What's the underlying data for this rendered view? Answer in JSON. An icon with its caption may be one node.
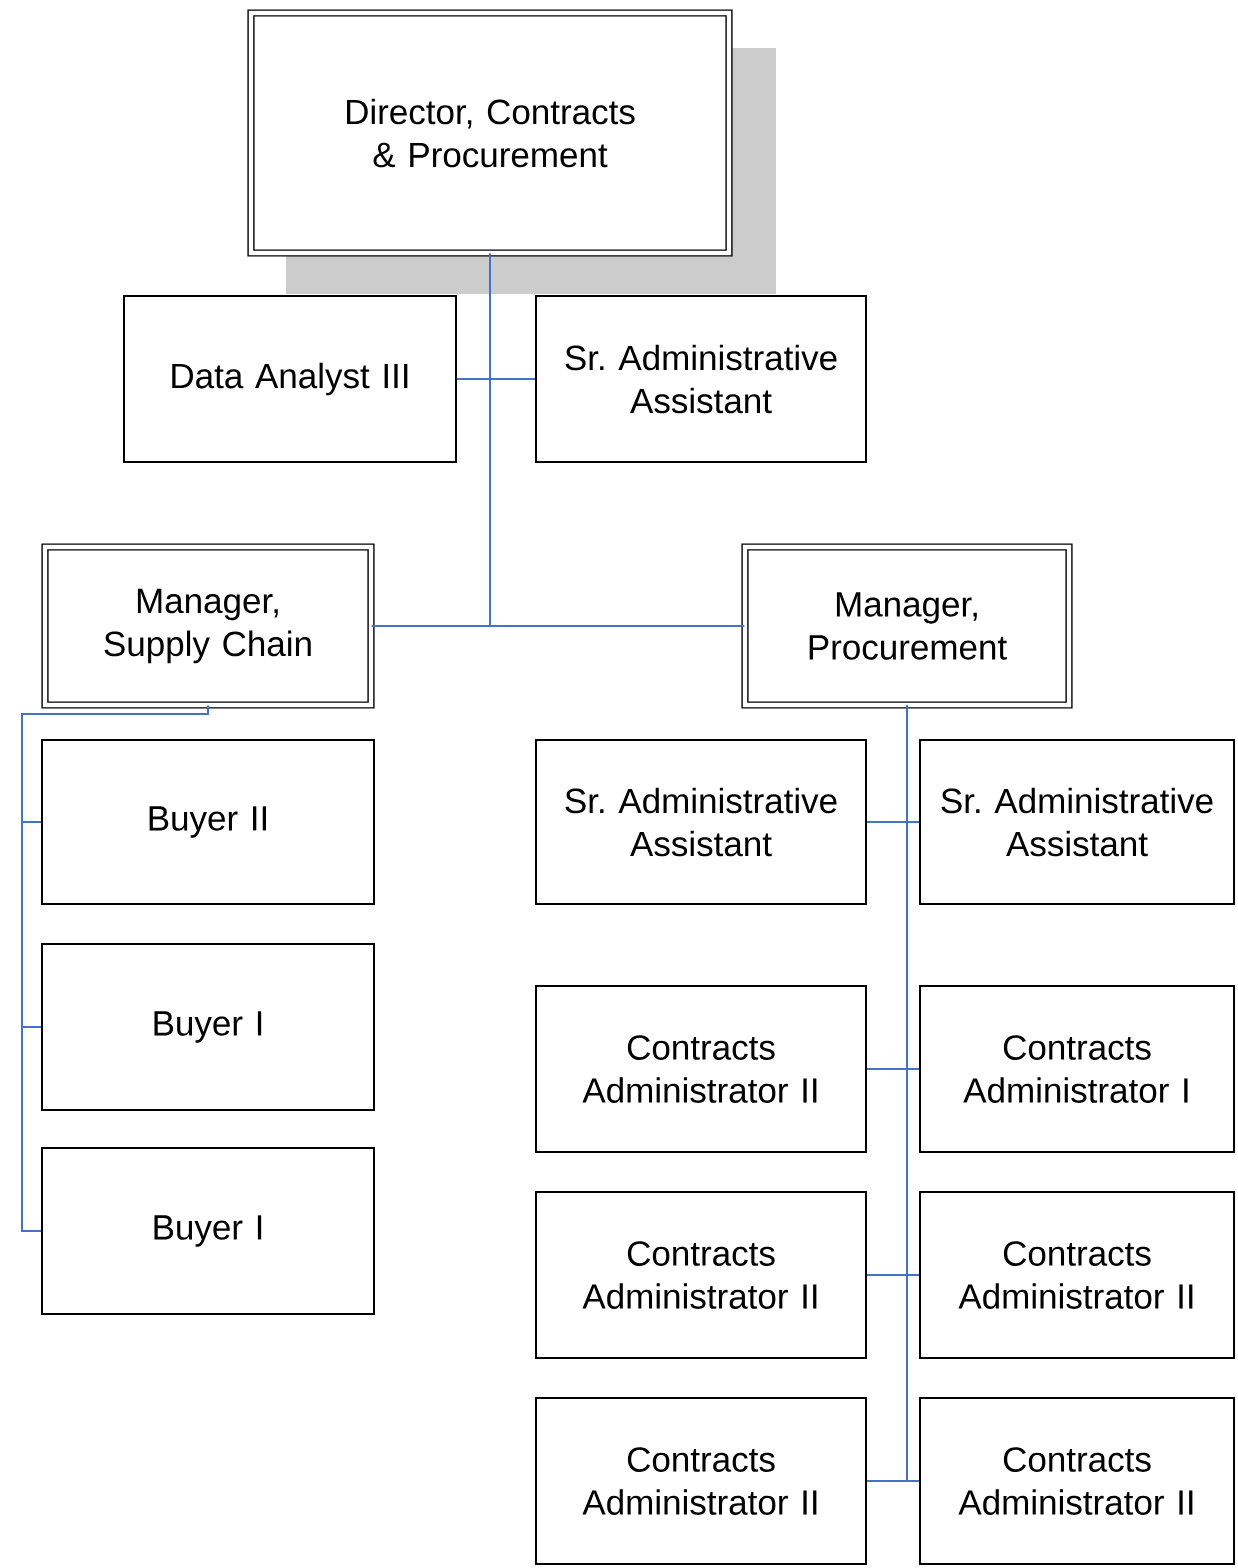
{
  "diagram": {
    "nodes": [
      {
        "text": [
          "Director, Contracts & Procurement"
        ]
      },
      {
        "text": [
          "Data Analyst III"
        ]
      },
      {
        "text": [
          "Sr. Administrative Assistant"
        ]
      },
      {
        "text": [
          "Manager, Supply Chain"
        ]
      },
      {
        "text": [
          "Manager, Procurement"
        ]
      },
      {
        "text": [
          "Buyer II"
        ]
      },
      {
        "text": [
          "Buyer I"
        ]
      },
      {
        "text": [
          "Buyer I"
        ]
      },
      {
        "text": [
          "Sr. Administrative Assistant"
        ]
      },
      {
        "text": [
          "Sr. Administrative Assistant"
        ]
      },
      {
        "text": [
          "Contracts Administrator II"
        ]
      },
      {
        "text": [
          "Contracts Administrator I"
        ]
      },
      {
        "text": [
          "Contracts Administrator II"
        ]
      },
      {
        "text": [
          "Contracts Administrator II"
        ]
      },
      {
        "text": [
          "Contracts Administrator II"
        ]
      },
      {
        "text": [
          "Contracts Administrator II"
        ]
      }
    ],
    "edges": [
      {
        "from": 0,
        "to": 1,
        "arrow": "none"
      },
      {
        "from": 0,
        "to": 2,
        "arrow": "none"
      },
      {
        "from": 0,
        "to": 3,
        "arrow": "none"
      },
      {
        "from": 0,
        "to": 4,
        "arrow": "none"
      },
      {
        "from": 3,
        "to": 5,
        "arrow": "none"
      },
      {
        "from": 3,
        "to": 6,
        "arrow": "none"
      },
      {
        "from": 3,
        "to": 7,
        "arrow": "none"
      },
      {
        "from": 4,
        "to": 8,
        "arrow": "none"
      },
      {
        "from": 4,
        "to": 9,
        "arrow": "none"
      },
      {
        "from": 4,
        "to": 10,
        "arrow": "none"
      },
      {
        "from": 4,
        "to": 11,
        "arrow": "none"
      },
      {
        "from": 4,
        "to": 12,
        "arrow": "none"
      },
      {
        "from": 4,
        "to": 13,
        "arrow": "none"
      },
      {
        "from": 4,
        "to": 14,
        "arrow": "none"
      },
      {
        "from": 4,
        "to": 15,
        "arrow": "none"
      }
    ]
  }
}
